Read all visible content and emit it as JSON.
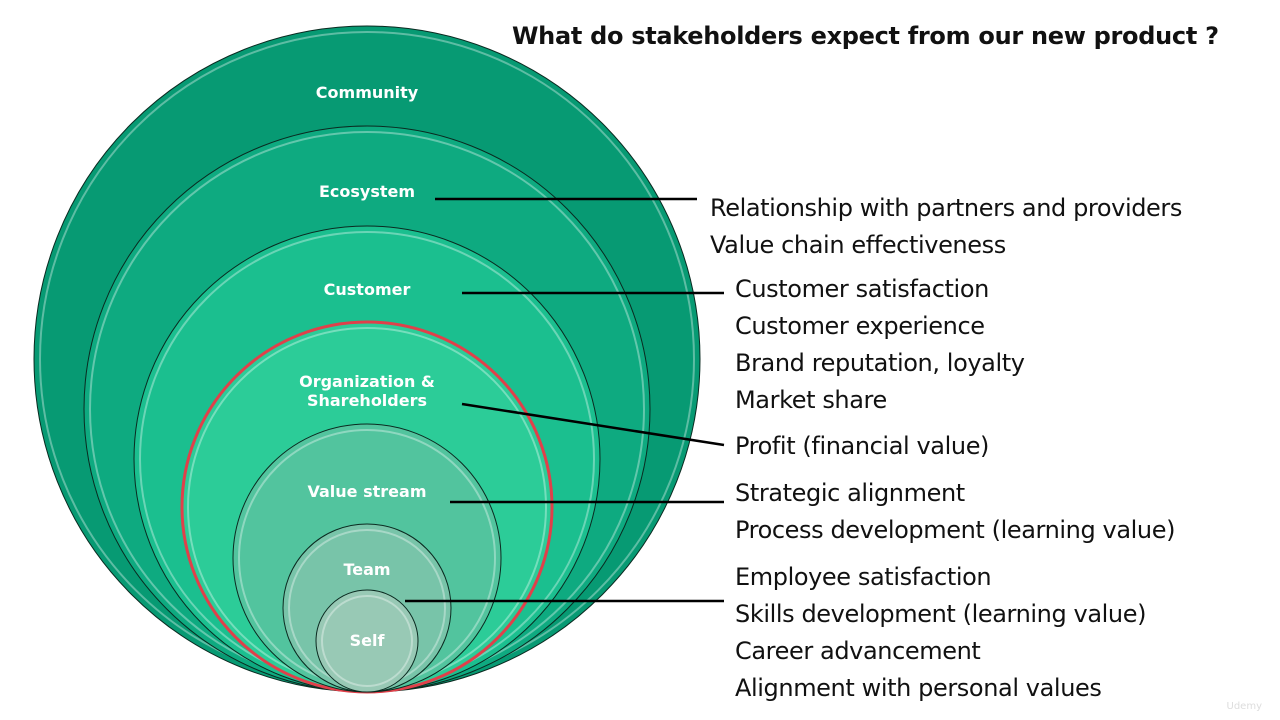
{
  "title": "What do stakeholders expect from our new product ?",
  "rings": [
    {
      "label": "Community",
      "color": "#079a73"
    },
    {
      "label": "Ecosystem",
      "color": "#0eaa80"
    },
    {
      "label": "Customer",
      "color": "#1bbf8f"
    },
    {
      "label": "Organization &",
      "label2": "Shareholders",
      "color": "#2ccc98",
      "highlight": "#e0404a"
    },
    {
      "label": "Value stream",
      "color": "#52c49e"
    },
    {
      "label": "Team",
      "color": "#78c4a9"
    },
    {
      "label": "Self",
      "color": "#98c9b5"
    }
  ],
  "expectations": {
    "ecosystem": [
      "Relationship with partners and providers",
      "Value chain effectiveness"
    ],
    "customer": [
      "Customer satisfaction",
      "Customer experience",
      "Brand reputation, loyalty",
      "Market share"
    ],
    "organization": [
      "Profit (financial value)"
    ],
    "value_stream": [
      "Strategic alignment",
      "Process development (learning value)"
    ],
    "self_team": [
      "Employee satisfaction",
      "Skills development (learning value)",
      "Career advancement",
      "Alignment with personal values"
    ]
  },
  "watermark": "Udemy"
}
